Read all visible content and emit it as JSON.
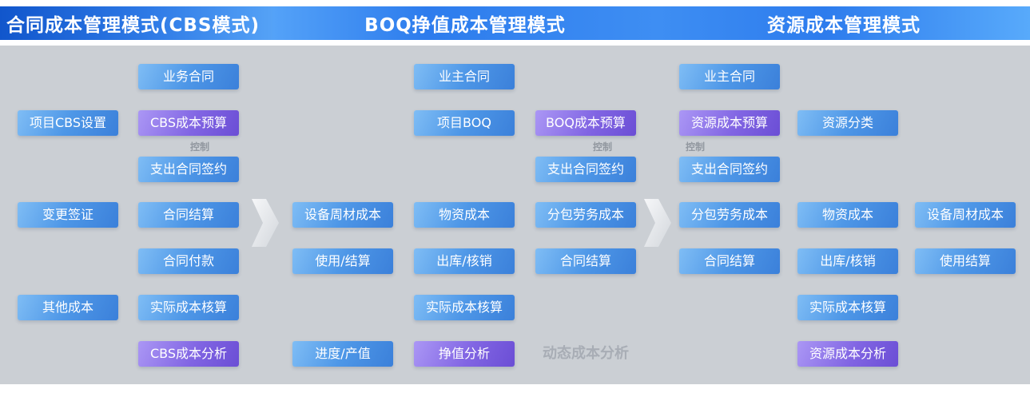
{
  "colors": {
    "panel-bg": "#cbcfd4",
    "box-blue-start": "#7fbdf5",
    "box-blue-end": "#3b80da",
    "box-purple-start": "#ab97f5",
    "box-purple-end": "#6b4ed5",
    "muted-text": "#9298a0"
  },
  "headers": {
    "cbs": "合同成本管理模式(CBS模式)",
    "boq": "BOQ挣值成本管理模式",
    "resource": "资源成本管理模式"
  },
  "nodes": {
    "business_contract": "业务合同",
    "project_cbs_setup": "项目CBS设置",
    "cbs_cost_budget": "CBS成本预算",
    "control": "控制",
    "expense_contract_signing": "支出合同签约",
    "change_visa": "变更签证",
    "contract_settlement": "合同结算",
    "contract_payment": "合同付款",
    "other_cost": "其他成本",
    "actual_cost_accounting": "实际成本核算",
    "cbs_cost_analysis": "CBS成本分析",
    "equipment_material_cost": "设备周材成本",
    "usage_slash_settlement": "使用/结算",
    "progress_output": "进度/产值",
    "owner_contract": "业主合同",
    "project_boq": "项目BOQ",
    "material_cost": "物资成本",
    "outbound_writeoff": "出库/核销",
    "earned_value_analysis": "挣值分析",
    "boq_cost_budget": "BOQ成本预算",
    "subcontract_labor_cost": "分包劳务成本",
    "dynamic_cost_analysis": "动态成本分析",
    "resource_cost_budget": "资源成本预算",
    "resource_classification": "资源分类",
    "resource_cost_analysis": "资源成本分析",
    "usage_settlement": "使用结算"
  }
}
